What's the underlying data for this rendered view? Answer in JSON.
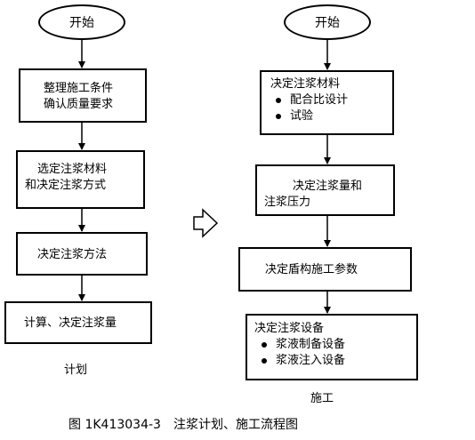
{
  "left_flow": {
    "start": "开始",
    "step1": [
      "整理施工条件",
      "确认质量要求"
    ],
    "step2": [
      "选定注浆材料",
      "和决定注浆方式"
    ],
    "step3": "决定注浆方法",
    "step4": "计算、决定注浆量",
    "label": "计划"
  },
  "right_flow": {
    "start": "开始",
    "step1": {
      "title": "决定注浆材料",
      "bullets": [
        "配合比设计",
        "试验"
      ]
    },
    "step2": [
      "决定注浆量和",
      "注浆压力"
    ],
    "step3": "决定盾构施工参数",
    "step4": {
      "title": "决定注浆设备",
      "bullets": [
        "浆液制备设备",
        "浆液注入设备"
      ]
    },
    "label": "施工"
  },
  "caption": "图 1K413034-3　注浆计划、施工流程图"
}
